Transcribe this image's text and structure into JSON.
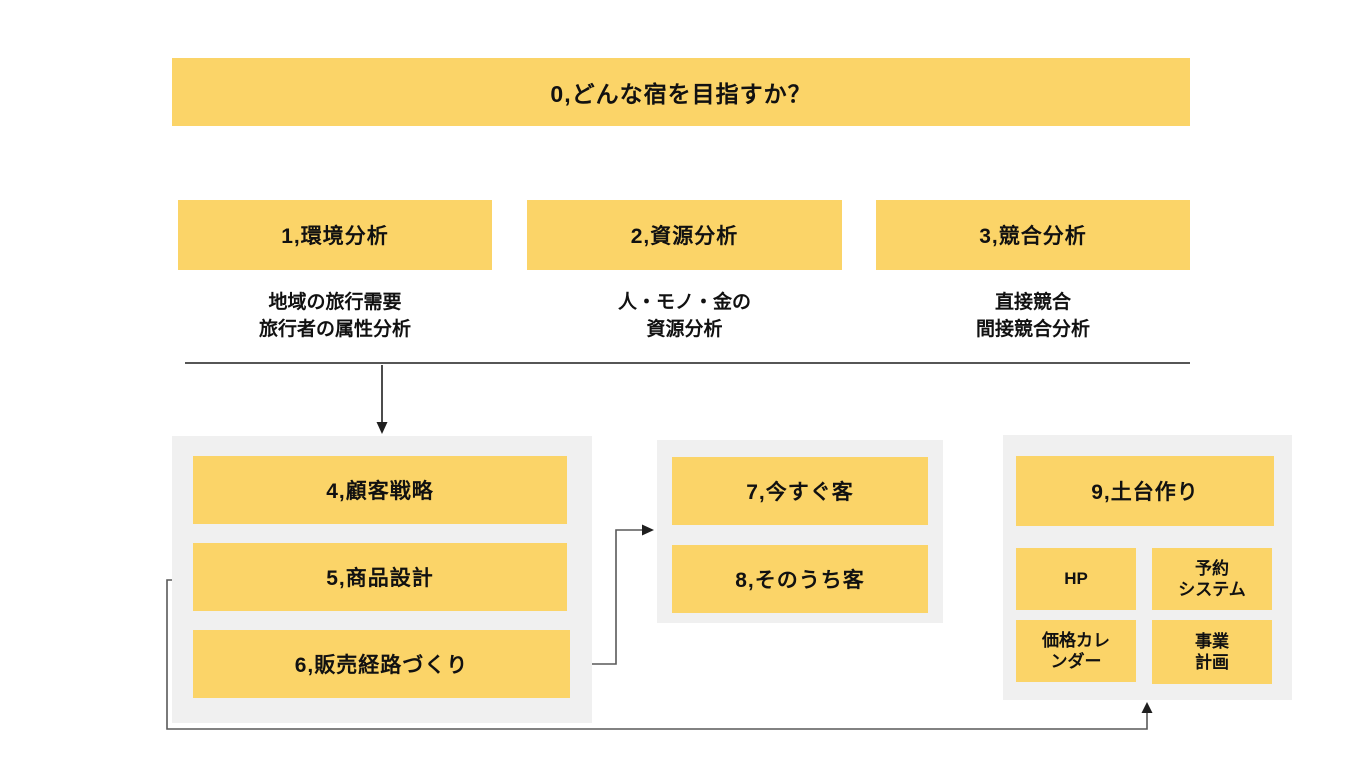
{
  "colors": {
    "accent_yellow": "#FBD468",
    "panel_gray": "#F0F0F0",
    "line_dark": "#1f1f1f",
    "line_gray": "#595959"
  },
  "root_box": {
    "label": "0,どんな宿を目指すか？"
  },
  "analysis_row": [
    {
      "label": "1,環境分析",
      "note": "地域の旅行需要\n旅行者の属性分析"
    },
    {
      "label": "2,資源分析",
      "note": "人・モノ・金の\n資源分析"
    },
    {
      "label": "3,競合分析",
      "note": "直接競合\n間接競合分析"
    }
  ],
  "strategy_panel": {
    "boxes": [
      {
        "label": "4,顧客戦略"
      },
      {
        "label": "5,商品設計"
      },
      {
        "label": "6,販売経路づくり"
      }
    ]
  },
  "customer_panel": {
    "boxes": [
      {
        "label": "7,今すぐ客"
      },
      {
        "label": "8,そのうち客"
      }
    ]
  },
  "foundation_panel": {
    "title": "9,土台作り",
    "boxes": [
      {
        "label": "HP"
      },
      {
        "label": "予約\nシステム"
      },
      {
        "label": "価格カレ\nンダー"
      },
      {
        "label": "事業\n計画"
      }
    ]
  }
}
